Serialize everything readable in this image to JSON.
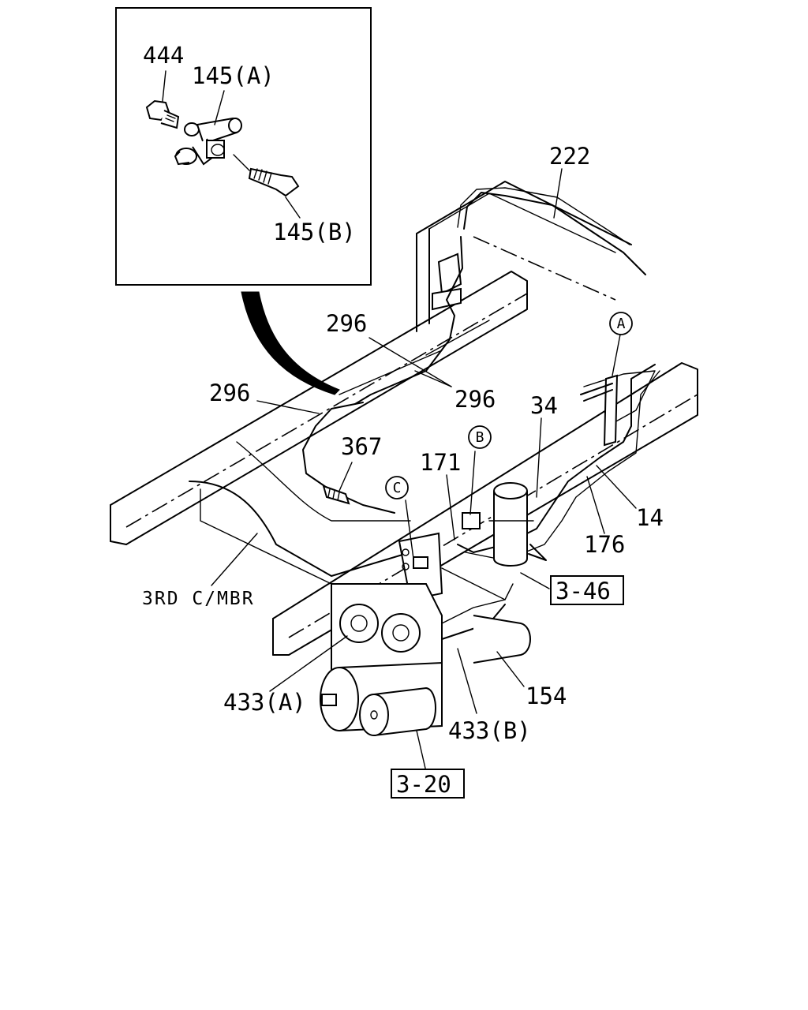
{
  "callouts": {
    "p444": "444",
    "p145a": "145(A)",
    "p145b": "145(B)",
    "p222": "222",
    "p296_top": "296",
    "p296_left": "296",
    "p296_right": "296",
    "p367": "367",
    "p171": "171",
    "p34": "34",
    "p14": "14",
    "p176": "176",
    "p154": "154",
    "p433a": "433(A)",
    "p433b": "433(B)",
    "third_crossmember": "3RD C/MBR"
  },
  "reference_boxes": {
    "ref_3_46": "3-46",
    "ref_3_20": "3-20"
  },
  "circle_markers": {
    "a": "A",
    "b": "B",
    "c": "C"
  }
}
